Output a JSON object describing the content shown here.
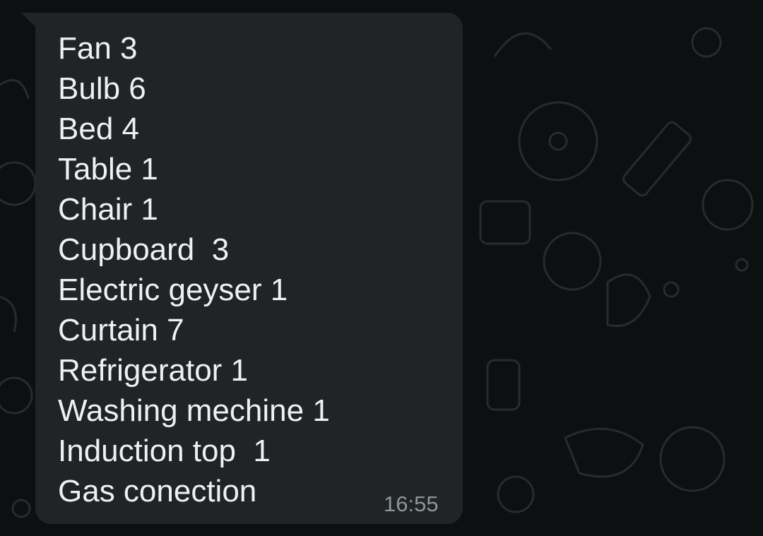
{
  "message": {
    "lines": [
      "Fan 3",
      "Bulb 6",
      "Bed 4",
      "Table 1",
      "Chair 1",
      "Cupboard  3",
      "Electric geyser 1",
      "Curtain 7",
      "Refrigerator 1",
      "Washing mechine 1",
      "Induction top  1",
      "Gas conection"
    ],
    "time": "16:55"
  },
  "colors": {
    "background": "#0c1011",
    "bubble": "#202426",
    "text": "#eef0f1",
    "timestamp": "#8e9598"
  }
}
